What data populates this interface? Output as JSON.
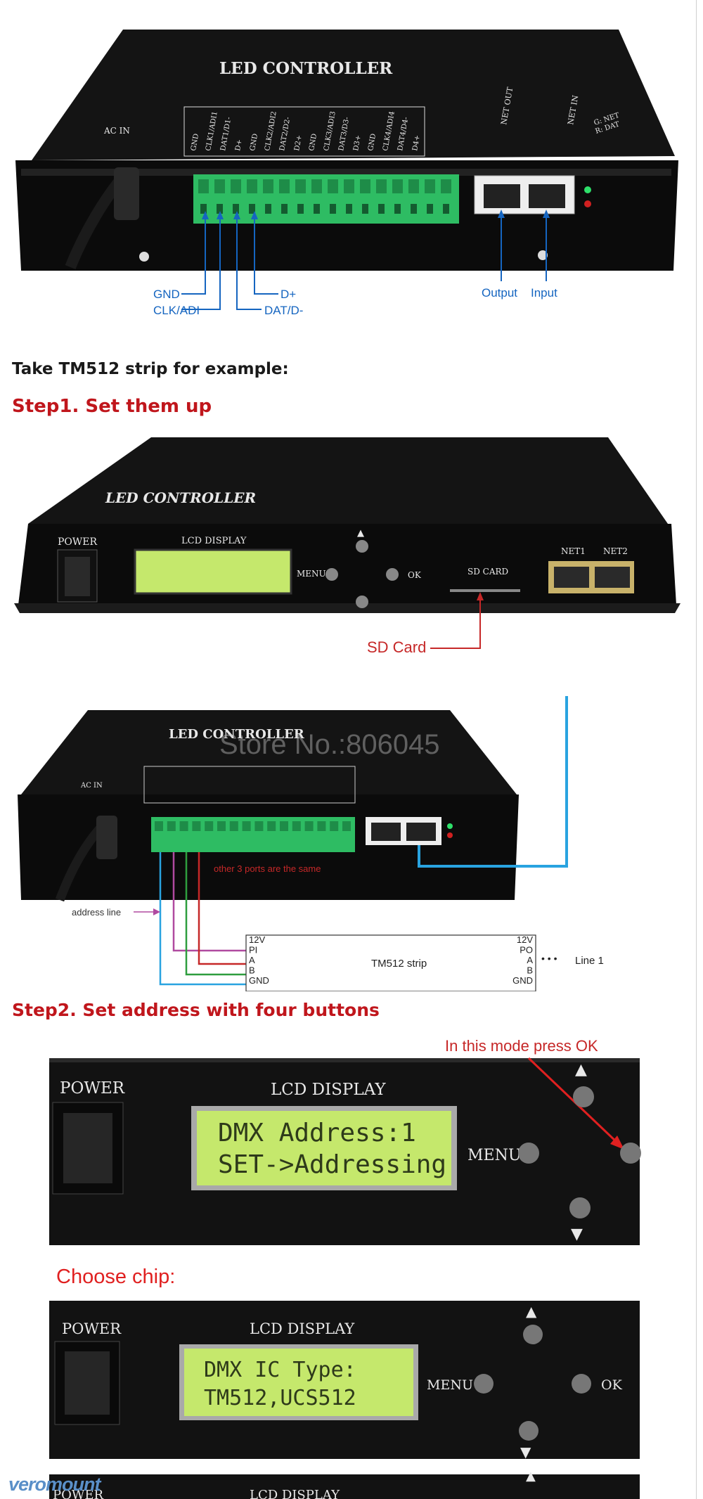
{
  "panel1": {
    "title": "LED CONTROLLER",
    "ac_in": "AC IN",
    "port_labels": [
      "GND",
      "CLK1/ADI1",
      "DAT1/D1-",
      "D+",
      "GND",
      "CLK2/ADI2",
      "DAT2/D2-",
      "D2+",
      "GND",
      "CLK3/ADI3",
      "DAT3/D3-",
      "D3+",
      "GND",
      "CLK4/ADI4",
      "DAT4/D4-",
      "D4+"
    ],
    "net_out": "NET OUT",
    "net_in": "NET IN",
    "led_legend_g": "G: NET",
    "led_legend_r": "R: DAT",
    "callouts": {
      "gnd": "GND",
      "clk": "CLK/ADI",
      "dplus": "D+",
      "dat": "DAT/D-",
      "output": "Output",
      "input": "Input"
    }
  },
  "intro_text": "Take TM512 strip for example:",
  "step1_title": "Step1. Set them up",
  "panel2": {
    "title": "LED  CONTROLLER",
    "power": "POWER",
    "lcd_display": "LCD DISPLAY",
    "menu": "MENU",
    "ok": "OK",
    "sd_card_slot": "SD CARD",
    "net1": "NET1",
    "net2": "NET2",
    "sd_card_callout": "SD Card"
  },
  "panel3": {
    "title": "LED CONTROLLER",
    "watermark": "Store No.:806045",
    "ac_in": "AC IN",
    "other_ports_note": "other 3 ports are the same",
    "address_line": "address line",
    "strip_name": "TM512 strip",
    "strip_left_pins": [
      "12V",
      "PI",
      "A",
      "B",
      "GND"
    ],
    "strip_right_pins": [
      "12V",
      "PO",
      "A",
      "B",
      "GND"
    ],
    "line_label": "Line 1",
    "dots": "• • •"
  },
  "step2_title": "Step2. Set address with four buttons",
  "panel4": {
    "note": "In this mode press OK",
    "power": "POWER",
    "lcd_display": "LCD DISPLAY",
    "lcd_line1": "DMX Address:1",
    "lcd_line2": "SET->Addressing",
    "menu": "MENU"
  },
  "choose_chip": "Choose chip:",
  "panel5": {
    "power": "POWER",
    "lcd_display": "LCD DISPLAY",
    "lcd_line1": "DMX IC Type:",
    "lcd_line2": "TM512,UCS512",
    "menu": "MENU",
    "ok": "OK"
  },
  "panel6": {
    "power": "POWER",
    "lcd_display": "LCD DISPLAY"
  },
  "brand_logo": "veromount",
  "colors": {
    "heading_red": "#c0161c",
    "wire_blue": "#1565c0",
    "cable_blue": "#29a3e0",
    "lcd_green": "#c5e86c"
  }
}
